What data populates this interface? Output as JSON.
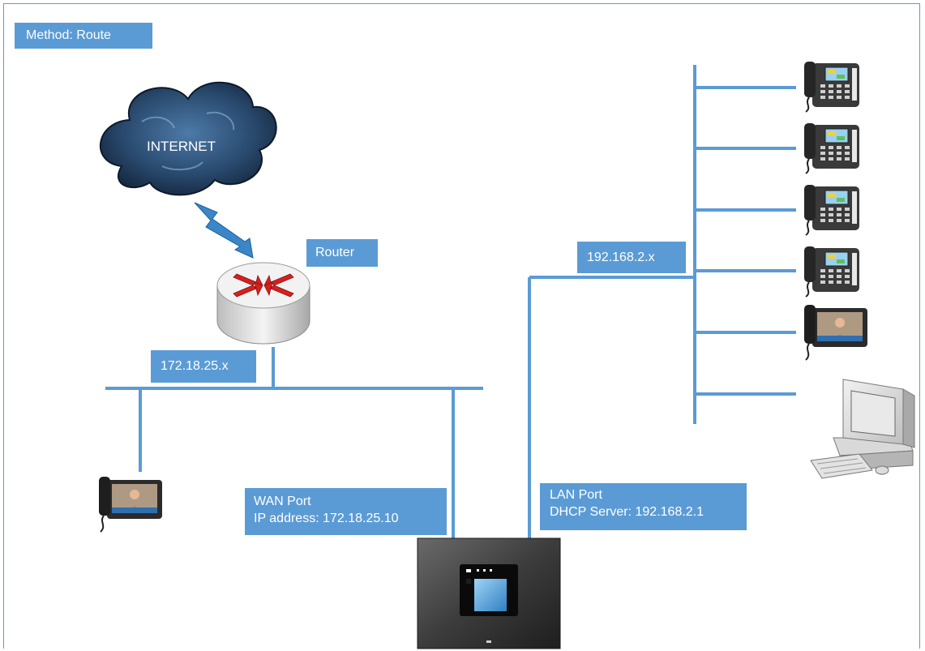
{
  "labels": {
    "method": "Method: Route",
    "internet": "INTERNET",
    "router": "Router",
    "wan_subnet": "172.18.25.x",
    "lan_subnet": "192.168.2.x",
    "wan_port": {
      "title": "WAN Port",
      "detail": "IP address: 172.18.25.10"
    },
    "lan_port": {
      "title": "LAN Port",
      "detail": "DHCP Server: 192.168.2.1"
    }
  },
  "colors": {
    "line": "#5b9bd5",
    "label_bg": "#5b9bd5",
    "label_text": "#ffffff",
    "cloud": "#27476a",
    "lightning": "#3a86c8",
    "router_arrows": "#d62020",
    "device_body": "#4a4a4a"
  },
  "icons": {
    "cloud": "internet-cloud-icon",
    "router": "router-icon",
    "ip_phone": "ip-phone-icon",
    "video_phone": "video-phone-icon",
    "computer": "desktop-computer-icon",
    "gateway": "ucm-gateway-icon"
  }
}
